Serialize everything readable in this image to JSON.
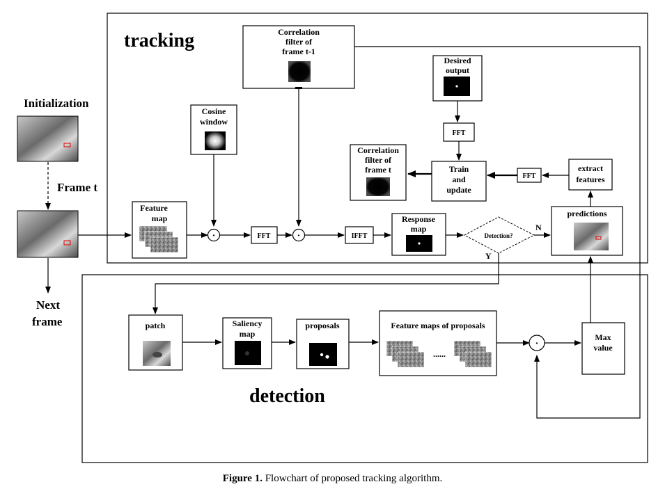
{
  "sections": {
    "tracking": "tracking",
    "detection": "detection"
  },
  "labels": {
    "initialization": "Initialization",
    "frame_t": "Frame t",
    "next_frame_1": "Next",
    "next_frame_2": "frame"
  },
  "tracking": {
    "corr_prev": [
      "Correlation",
      "filter of",
      "frame t-1"
    ],
    "desired_output": [
      "Desired",
      "output"
    ],
    "cosine_window": [
      "Cosine",
      "window"
    ],
    "fft_top": "FFT",
    "corr_cur": [
      "Correlation",
      "filter of",
      "frame t"
    ],
    "train_update": [
      "Train",
      "and",
      "update"
    ],
    "fft_right": "FFT",
    "extract_features": [
      "extract",
      "features"
    ],
    "feature_map": [
      "Feature",
      "map"
    ],
    "fft_mid": "FFT",
    "ifft": "IFFT",
    "response_map": [
      "Response",
      "map"
    ],
    "detection_q": "Detection?",
    "predictions": "predictions",
    "yes": "Y",
    "no": "N",
    "dot": "·"
  },
  "detection": {
    "patch": "patch",
    "saliency_map": [
      "Saliency",
      "map"
    ],
    "proposals": "proposals",
    "feature_maps_proposals": "Feature maps of proposals",
    "ellipsis": "......",
    "max_value": [
      "Max",
      "value"
    ]
  },
  "caption": {
    "label": "Figure 1.",
    "text": " Flowchart of proposed tracking algorithm."
  }
}
